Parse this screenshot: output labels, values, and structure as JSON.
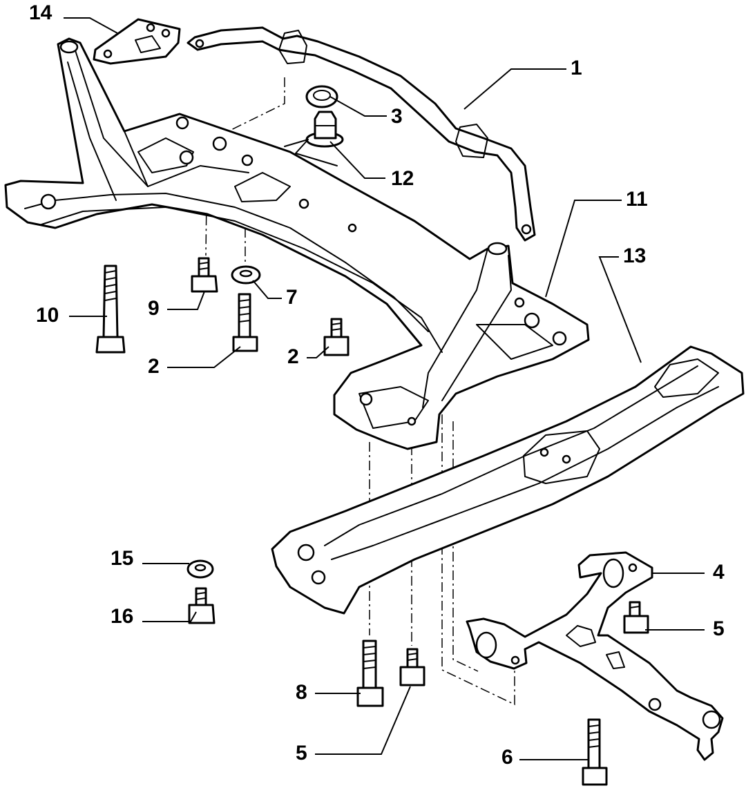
{
  "callouts": [
    {
      "id": "c14",
      "label": "14"
    },
    {
      "id": "c1",
      "label": "1"
    },
    {
      "id": "c3",
      "label": "3"
    },
    {
      "id": "c12",
      "label": "12"
    },
    {
      "id": "c11",
      "label": "11"
    },
    {
      "id": "c13",
      "label": "13"
    },
    {
      "id": "c10",
      "label": "10"
    },
    {
      "id": "c9",
      "label": "9"
    },
    {
      "id": "c7",
      "label": "7"
    },
    {
      "id": "c2a",
      "label": "2"
    },
    {
      "id": "c2b",
      "label": "2"
    },
    {
      "id": "c15",
      "label": "15"
    },
    {
      "id": "c16",
      "label": "16"
    },
    {
      "id": "c4",
      "label": "4"
    },
    {
      "id": "c5a",
      "label": "5"
    },
    {
      "id": "c8",
      "label": "8"
    },
    {
      "id": "c5b",
      "label": "5"
    },
    {
      "id": "c6",
      "label": "6"
    }
  ]
}
